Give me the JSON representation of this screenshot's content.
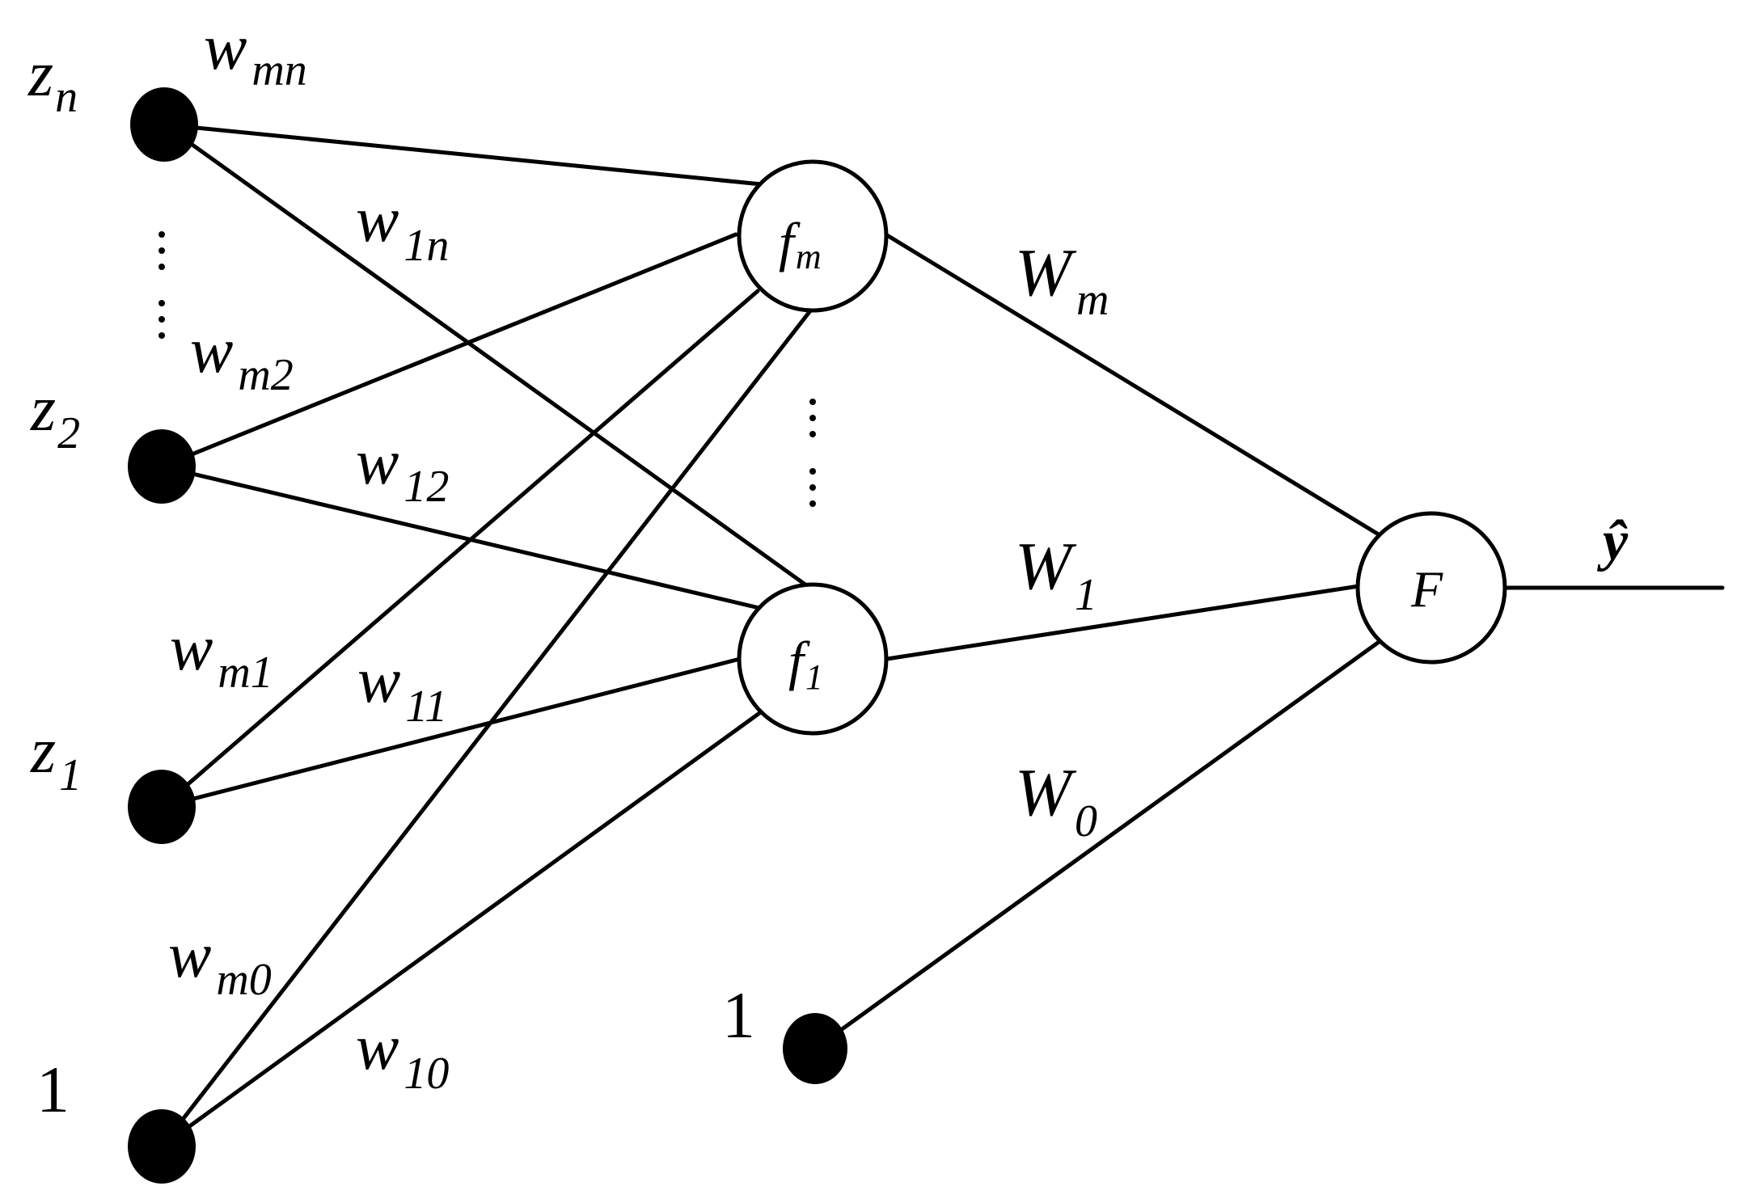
{
  "inputs": [
    {
      "symbol": "z",
      "sub": "n"
    },
    {
      "symbol": "z",
      "sub": "2"
    },
    {
      "symbol": "z",
      "sub": "1"
    },
    {
      "symbol": "1",
      "sub": ""
    }
  ],
  "hidden": [
    {
      "symbol": "f",
      "sub": "m"
    },
    {
      "symbol": "f",
      "sub": "1"
    }
  ],
  "output": {
    "symbol": "F",
    "result": "ŷ"
  },
  "bias2": "1",
  "weights_first_layer": [
    {
      "symbol": "w",
      "sub": "mn"
    },
    {
      "symbol": "w",
      "sub": "1n"
    },
    {
      "symbol": "w",
      "sub": "m2"
    },
    {
      "symbol": "w",
      "sub": "12"
    },
    {
      "symbol": "w",
      "sub": "m1"
    },
    {
      "symbol": "w",
      "sub": "11"
    },
    {
      "symbol": "w",
      "sub": "m0"
    },
    {
      "symbol": "w",
      "sub": "10"
    }
  ],
  "weights_second_layer": [
    {
      "symbol": "W",
      "sub": "m"
    },
    {
      "symbol": "W",
      "sub": "1"
    },
    {
      "symbol": "W",
      "sub": "0"
    }
  ]
}
